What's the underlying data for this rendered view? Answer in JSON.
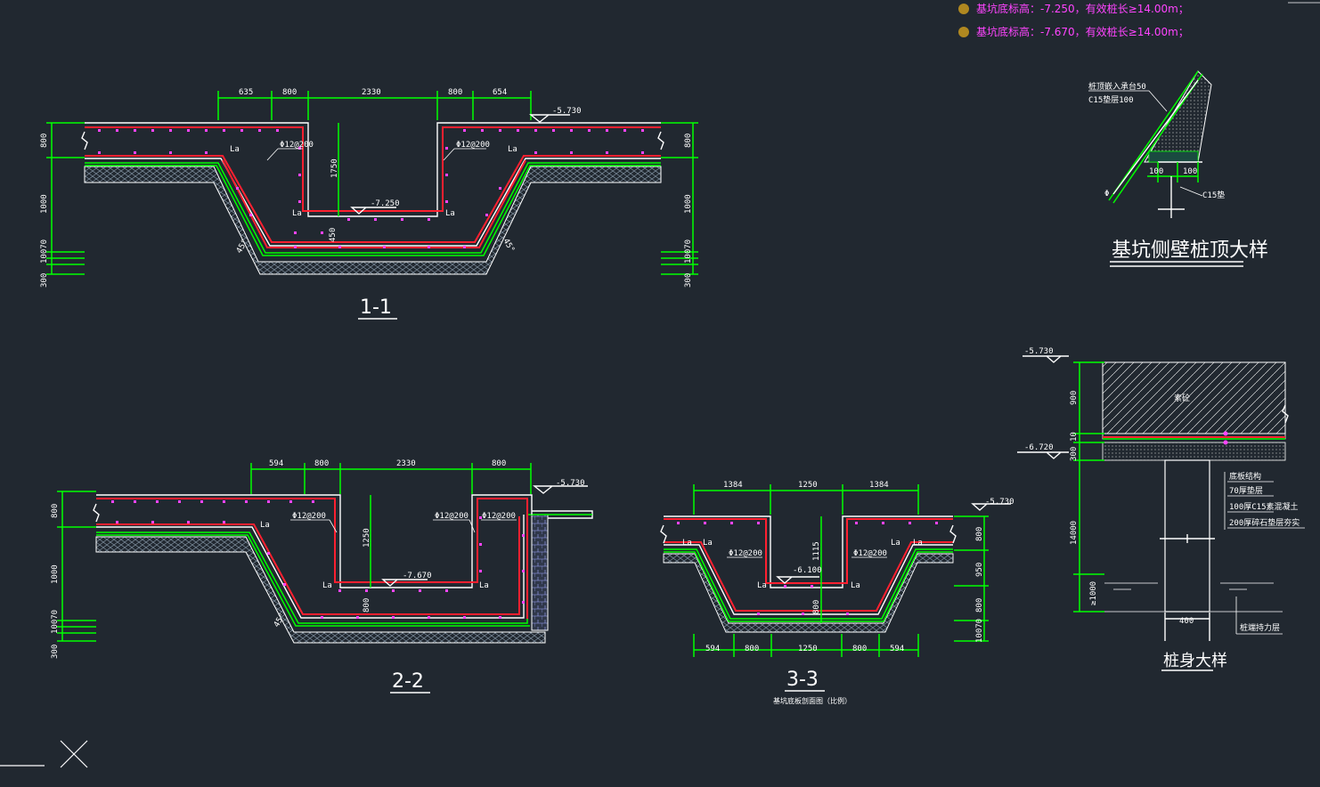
{
  "notes": [
    "基坑底标高：-7.250，有效桩长≥14.00m；",
    "基坑底标高：-7.670，有效桩长≥14.00m；"
  ],
  "sections": {
    "s11": {
      "title": "1-1",
      "top_dims": [
        "635",
        "800",
        "2330",
        "800",
        "654"
      ],
      "left_dims": [
        "800",
        "1000",
        "10070",
        "300"
      ],
      "right_dims": [
        "800",
        "1000",
        "10070",
        "300"
      ],
      "elev_top": "-5.730",
      "elev_pit": "-7.250",
      "rebar_left": "Φ12@200",
      "rebar_right": "Φ12@200",
      "depth_inner": "1750",
      "depth_small": "450",
      "angle": "45°",
      "la": "La"
    },
    "s22": {
      "title": "2-2",
      "top_dims": [
        "594",
        "800",
        "2330",
        "800"
      ],
      "left_dims": [
        "800",
        "1000",
        "10070",
        "300"
      ],
      "elev_top": "-5.730",
      "elev_pit": "-7.670",
      "rebar_a": "Φ12@200",
      "rebar_b": "Φ12@200",
      "rebar_c": "Φ12@200",
      "depth_inner": "1250",
      "depth_small": "800",
      "angle": "45°",
      "la": "La"
    },
    "s33": {
      "title": "3-3",
      "subtitle": "基坑底板剖面图（比例）",
      "top_dims": [
        "1384",
        "1250",
        "1384"
      ],
      "bottom_dims": [
        "594",
        "800",
        "1250",
        "800",
        "594"
      ],
      "right_dims": [
        "800",
        "950",
        "800",
        "10070"
      ],
      "elev_top": "-5.730",
      "elev_pit": "-6.100",
      "rebar_l": "Φ12@200",
      "rebar_r": "Φ12@200",
      "depth_inner": "1115",
      "depth_small": "800",
      "la": "La"
    },
    "pile_cap": {
      "title": "基坑侧壁桩顶大样",
      "label_top": "桩顶嵌入承台50",
      "label_sub": "C15垫层100",
      "dim_a": "100",
      "dim_b": "100",
      "dim_c": "C15垫"
    },
    "pile": {
      "title": "桩身大样",
      "elev_top": "-5.730",
      "elev_bot": "-6.720",
      "dims_left": [
        "900",
        "300",
        "10",
        "14000",
        "≥1000"
      ],
      "width": "400",
      "hatch_label": "素砼",
      "layers": [
        "底板结构",
        "70厚垫层",
        "100厚C15素混凝土",
        "200厚碎石垫层夯实"
      ],
      "pile_label": "桩端持力层"
    }
  },
  "colors": {
    "background": "#212830",
    "green": "#00ff00",
    "red": "#ff2030",
    "magenta": "#ff44ff",
    "white": "#ffffff"
  }
}
